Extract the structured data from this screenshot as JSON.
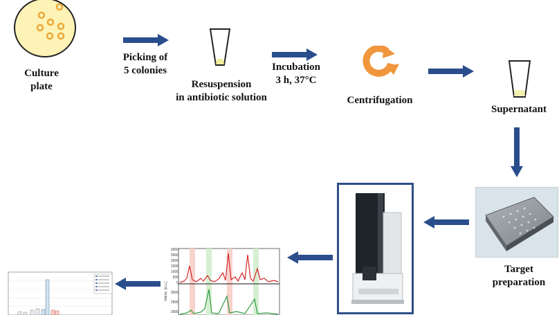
{
  "steps": {
    "culture_plate": "Culture\nplate",
    "picking": "Picking of\n5 colonies",
    "resuspension": "Resuspension\nin antibiotic solution",
    "incubation": "Incubation\n3 h, 37°C",
    "centrifugation": "Centrifugation",
    "supernatant": "Supernatant",
    "target_preparation": "Target\npreparation"
  },
  "spectrum_axis": {
    "ylabel": "Intens. [a.u.]",
    "ticks_top": [
      "3000",
      "2500",
      "2000",
      "1500",
      "1000",
      "500",
      "0"
    ],
    "ticks_bottom": [
      "3000",
      "2500",
      "2000"
    ]
  },
  "colors": {
    "arrow": "#2a4d8c",
    "plate_fill": "#fdf3b6",
    "colony": "#e9a93a",
    "centrifuge": "#f0963c",
    "instrument_frame": "#2e4f86",
    "spectrum_red": "#d6262a",
    "spectrum_green": "#2f9a3f"
  }
}
